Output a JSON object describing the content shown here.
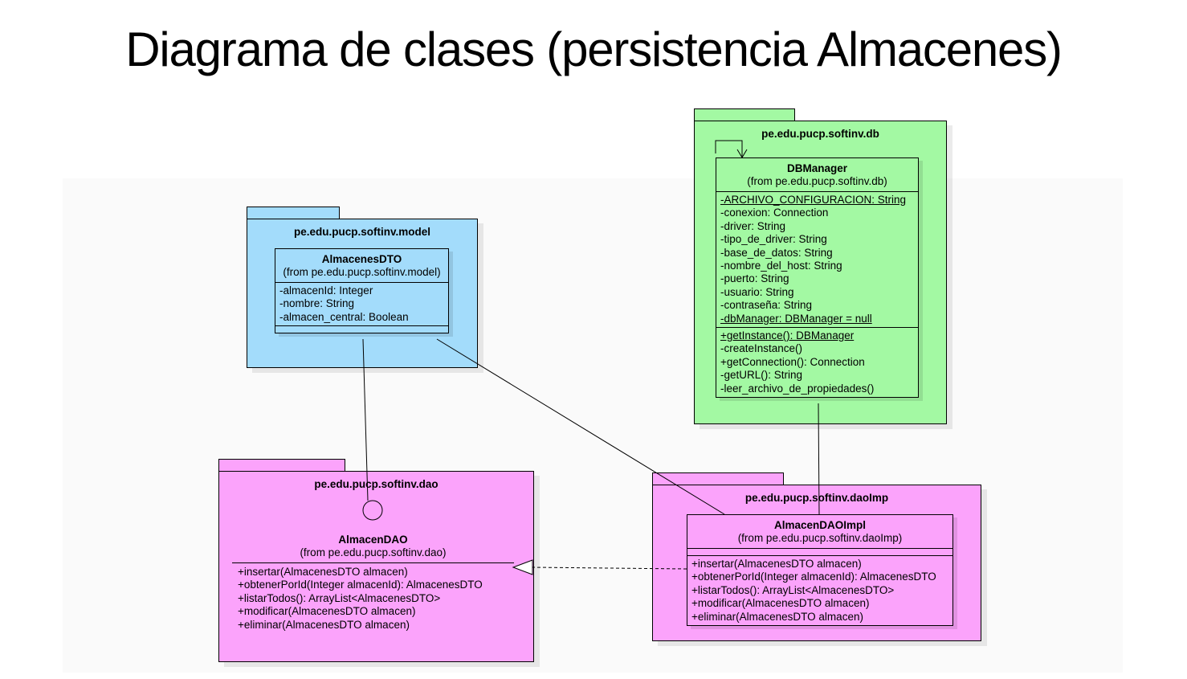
{
  "title": "Diagrama de clases (persistencia Almacenes)",
  "colors": {
    "model_package": "#a3dcfb",
    "db_package": "#a3f9a3",
    "dao_package": "#fba3fb",
    "daoimp_package": "#fba3fb",
    "background": "#ffffff",
    "line": "#000000"
  },
  "packages": {
    "model": {
      "name": "pe.edu.pucp.softinv.model",
      "classes": [
        {
          "name": "AlmacenesDTO",
          "from": "(from pe.edu.pucp.softinv.model)",
          "attributes": [
            {
              "text": "-almacenId: Integer",
              "static": false
            },
            {
              "text": "-nombre: String",
              "static": false
            },
            {
              "text": "-almacen_central: Boolean",
              "static": false
            }
          ],
          "operations": []
        }
      ]
    },
    "db": {
      "name": "pe.edu.pucp.softinv.db",
      "classes": [
        {
          "name": "DBManager",
          "from": "(from pe.edu.pucp.softinv.db)",
          "attributes": [
            {
              "text": "-ARCHIVO_CONFIGURACION: String",
              "static": true
            },
            {
              "text": "-conexion: Connection",
              "static": false
            },
            {
              "text": "-driver: String",
              "static": false
            },
            {
              "text": "-tipo_de_driver: String",
              "static": false
            },
            {
              "text": "-base_de_datos: String",
              "static": false
            },
            {
              "text": "-nombre_del_host: String",
              "static": false
            },
            {
              "text": "-puerto: String",
              "static": false
            },
            {
              "text": "-usuario: String",
              "static": false
            },
            {
              "text": "-contraseña: String",
              "static": false
            },
            {
              "text": "-dbManager: DBManager = null",
              "static": true
            }
          ],
          "operations": [
            {
              "text": "+getInstance(): DBManager",
              "static": true
            },
            {
              "text": "-createInstance()",
              "static": false
            },
            {
              "text": "+getConnection(): Connection",
              "static": false
            },
            {
              "text": "-getURL(): String",
              "static": false
            },
            {
              "text": "-leer_archivo_de_propiedades()",
              "static": false
            }
          ]
        }
      ]
    },
    "dao": {
      "name": "pe.edu.pucp.softinv.dao",
      "classes": [
        {
          "name": "AlmacenDAO",
          "from": "(from pe.edu.pucp.softinv.dao)",
          "stereotype": "interface",
          "operations": [
            {
              "text": "+insertar(AlmacenesDTO almacen)"
            },
            {
              "text": "+obtenerPorId(Integer almacenId): AlmacenesDTO"
            },
            {
              "text": "+listarTodos(): ArrayList<AlmacenesDTO>"
            },
            {
              "text": "+modificar(AlmacenesDTO almacen)"
            },
            {
              "text": "+eliminar(AlmacenesDTO almacen)"
            }
          ]
        }
      ]
    },
    "daoImp": {
      "name": "pe.edu.pucp.softinv.daoImp",
      "classes": [
        {
          "name": "AlmacenDAOImpl",
          "from": "(from pe.edu.pucp.softinv.daoImp)",
          "attributes": [],
          "operations": [
            {
              "text": "+insertar(AlmacenesDTO almacen)"
            },
            {
              "text": "+obtenerPorId(Integer almacenId): AlmacenesDTO"
            },
            {
              "text": "+listarTodos(): ArrayList<AlmacenesDTO>"
            },
            {
              "text": "+modificar(AlmacenesDTO almacen)"
            },
            {
              "text": "+eliminar(AlmacenesDTO almacen)"
            }
          ]
        }
      ]
    }
  },
  "relationships": [
    {
      "type": "association",
      "from": "AlmacenesDTO",
      "to": "AlmacenDAO"
    },
    {
      "type": "association",
      "from": "AlmacenesDTO",
      "to": "AlmacenDAOImpl"
    },
    {
      "type": "association",
      "from": "DBManager",
      "to": "AlmacenDAOImpl"
    },
    {
      "type": "realization",
      "from": "AlmacenDAOImpl",
      "to": "AlmacenDAO"
    },
    {
      "type": "self-association",
      "from": "DBManager",
      "to": "DBManager"
    }
  ]
}
